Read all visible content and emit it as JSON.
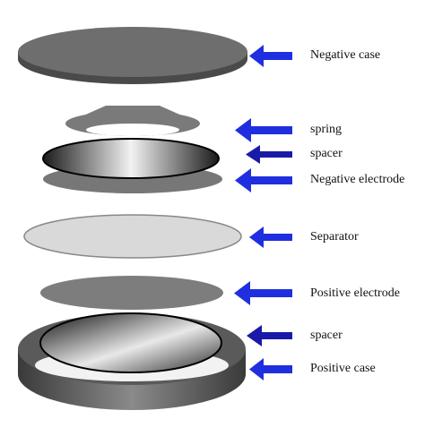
{
  "diagram": {
    "components": [
      {
        "key": "negative_case",
        "label": "Negative case"
      },
      {
        "key": "spring",
        "label": "spring"
      },
      {
        "key": "spacer_top",
        "label": "spacer"
      },
      {
        "key": "negative_electrode",
        "label": "Negative electrode"
      },
      {
        "key": "separator",
        "label": "Separator"
      },
      {
        "key": "positive_electrode",
        "label": "Positive electrode"
      },
      {
        "key": "spacer_bottom",
        "label": "spacer"
      },
      {
        "key": "positive_case",
        "label": "Positive case"
      }
    ],
    "colors": {
      "arrow": "#1f2fe0",
      "arrow_dark": "#1a1aa8",
      "case_gray": "#6e6e6e",
      "separator_fill": "#d9d9d9",
      "outline": "#000000"
    }
  }
}
